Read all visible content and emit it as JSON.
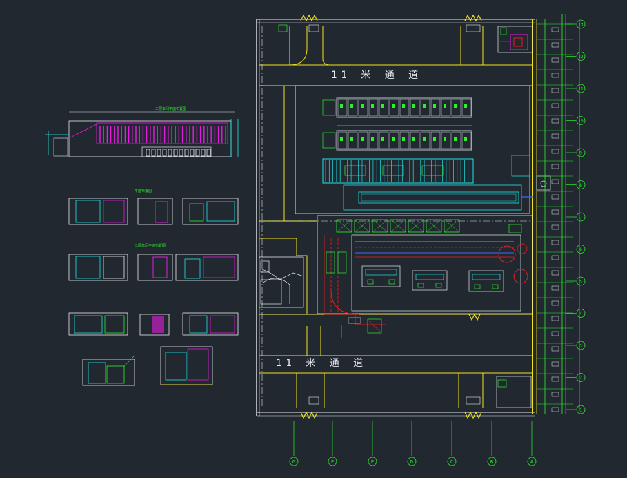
{
  "drawing": {
    "background": "#212830",
    "colors": {
      "white": "#e8ecef",
      "yellow": "#f2e21d",
      "cyan": "#1fe7e8",
      "green": "#2ef02e",
      "magenta": "#e51ce0",
      "red": "#f01d1d",
      "blue": "#3d6bff"
    },
    "road_labels": {
      "north": "11 米 通 道",
      "south": "11 米 通 道"
    },
    "column_axes": [
      "G",
      "F",
      "E",
      "D",
      "C",
      "B",
      "A"
    ],
    "row_axes": [
      "13",
      "12",
      "11",
      "10",
      "9",
      "8",
      "7",
      "6",
      "5",
      "4",
      "3",
      "2",
      "1"
    ],
    "small_titles": {
      "elevation": "二层车间平面布置图",
      "section_1": "平面布置图",
      "section_2": "二层车间平面布置图"
    }
  }
}
